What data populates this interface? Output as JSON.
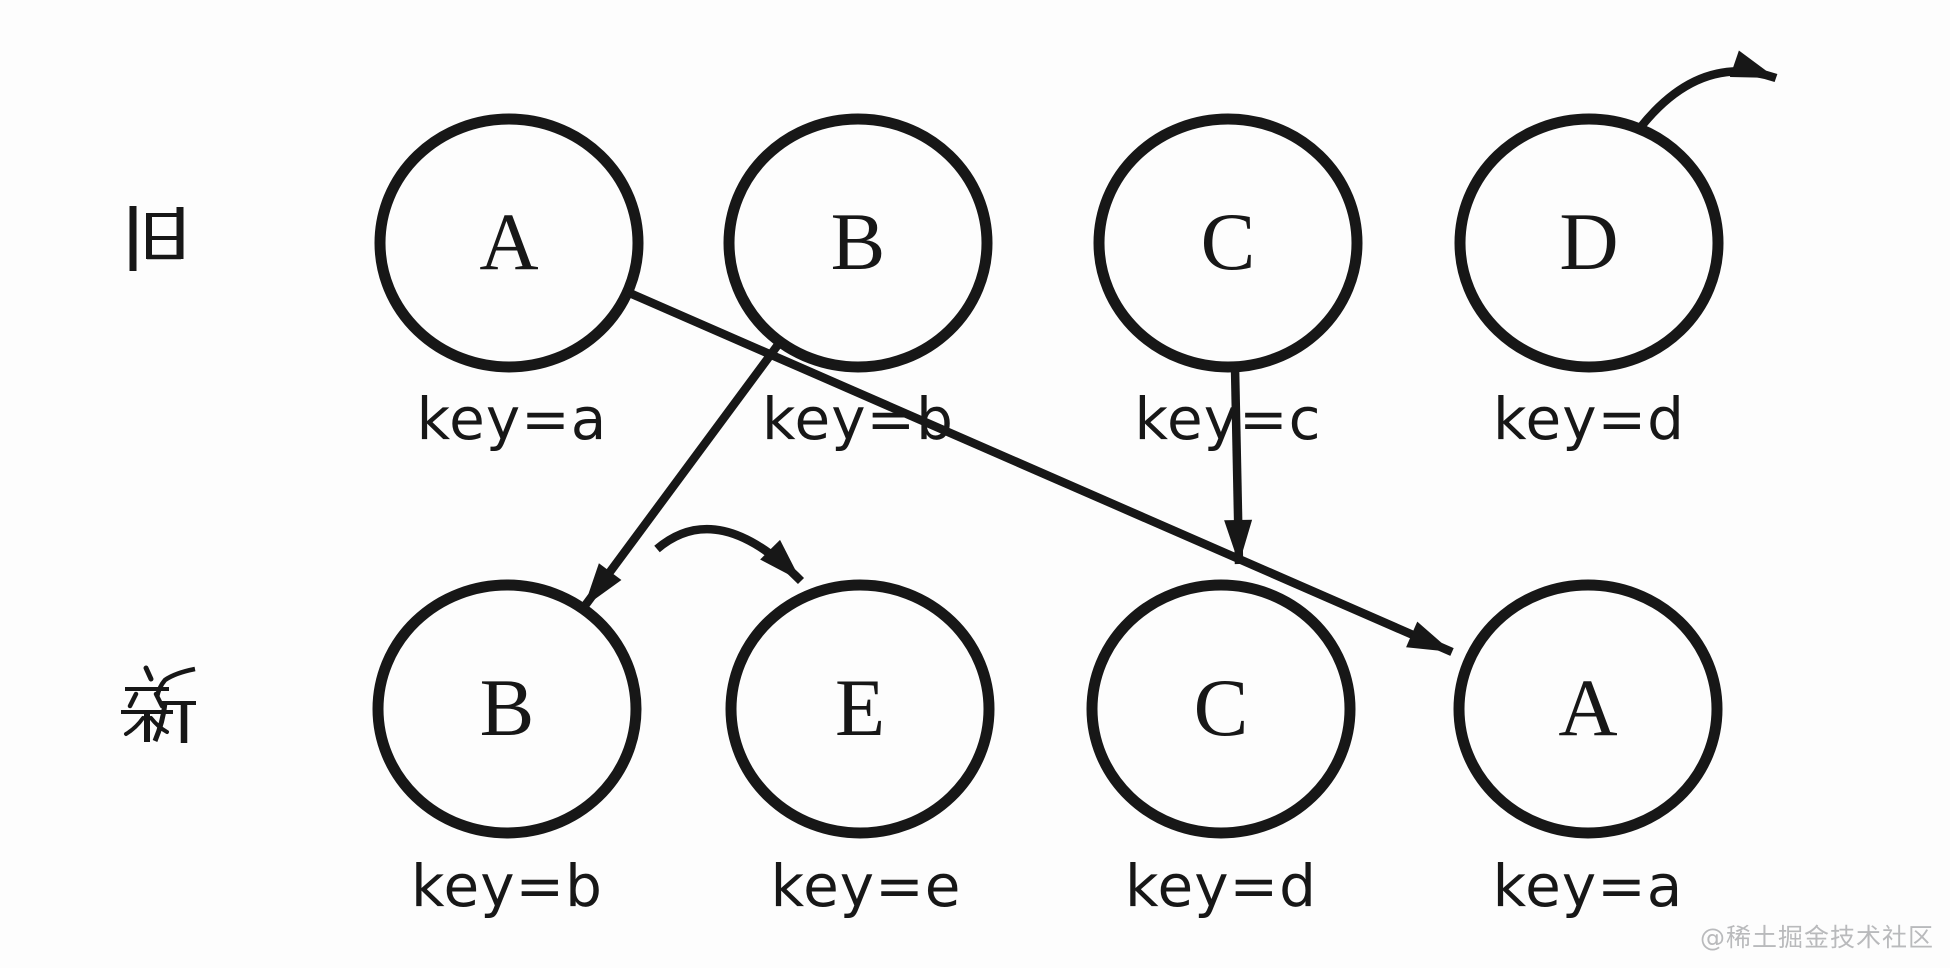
{
  "colors": {
    "ink": "#171717",
    "bg": "#fdfdfd",
    "watermark": "#b9babc"
  },
  "diagram": {
    "old_row": {
      "label": "旧",
      "nodes": [
        {
          "letter": "A",
          "key": "key=a"
        },
        {
          "letter": "B",
          "key": "key=b"
        },
        {
          "letter": "C",
          "key": "key=c"
        },
        {
          "letter": "D",
          "key": "key=d"
        }
      ]
    },
    "new_row": {
      "label": "新",
      "nodes": [
        {
          "letter": "B",
          "key": "key=b"
        },
        {
          "letter": "E",
          "key": "key=e"
        },
        {
          "letter": "C",
          "key": "key=d"
        },
        {
          "letter": "A",
          "key": "key=a"
        }
      ]
    },
    "arrows": [
      {
        "id": "arrow-a",
        "from": "old:A",
        "to": "new:A",
        "style": "straight"
      },
      {
        "id": "arrow-b",
        "from": "old:B",
        "to": "new:B",
        "style": "straight"
      },
      {
        "id": "arrow-c",
        "from": "old:C",
        "to": "new:C",
        "style": "straight"
      },
      {
        "id": "arrow-insert-e",
        "from": null,
        "to": "new:E",
        "style": "curved"
      },
      {
        "id": "arrow-remove-d",
        "from": "old:D",
        "to": null,
        "style": "curved"
      }
    ]
  },
  "watermark": "@稀土掘金技术社区"
}
